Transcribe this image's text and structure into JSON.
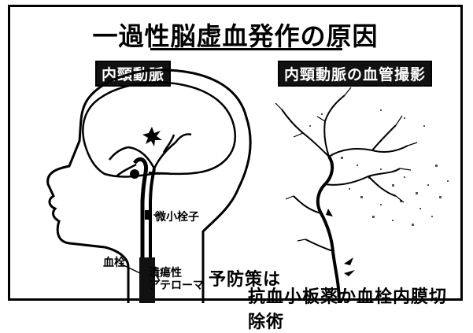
{
  "title": "一過性脳虚血発作の原因",
  "labels": {
    "left_panel": "内頸動脈",
    "right_panel": "内頸動脈の血管撮影"
  },
  "annotations": {
    "microembolus": "微小栓子",
    "thrombus": "血栓",
    "atheroma_line1": "潰瘍性",
    "atheroma_line2": "アテローマ"
  },
  "note": {
    "line1": "予防策は",
    "line2": "抗血小板薬か血栓内膜切除術"
  }
}
